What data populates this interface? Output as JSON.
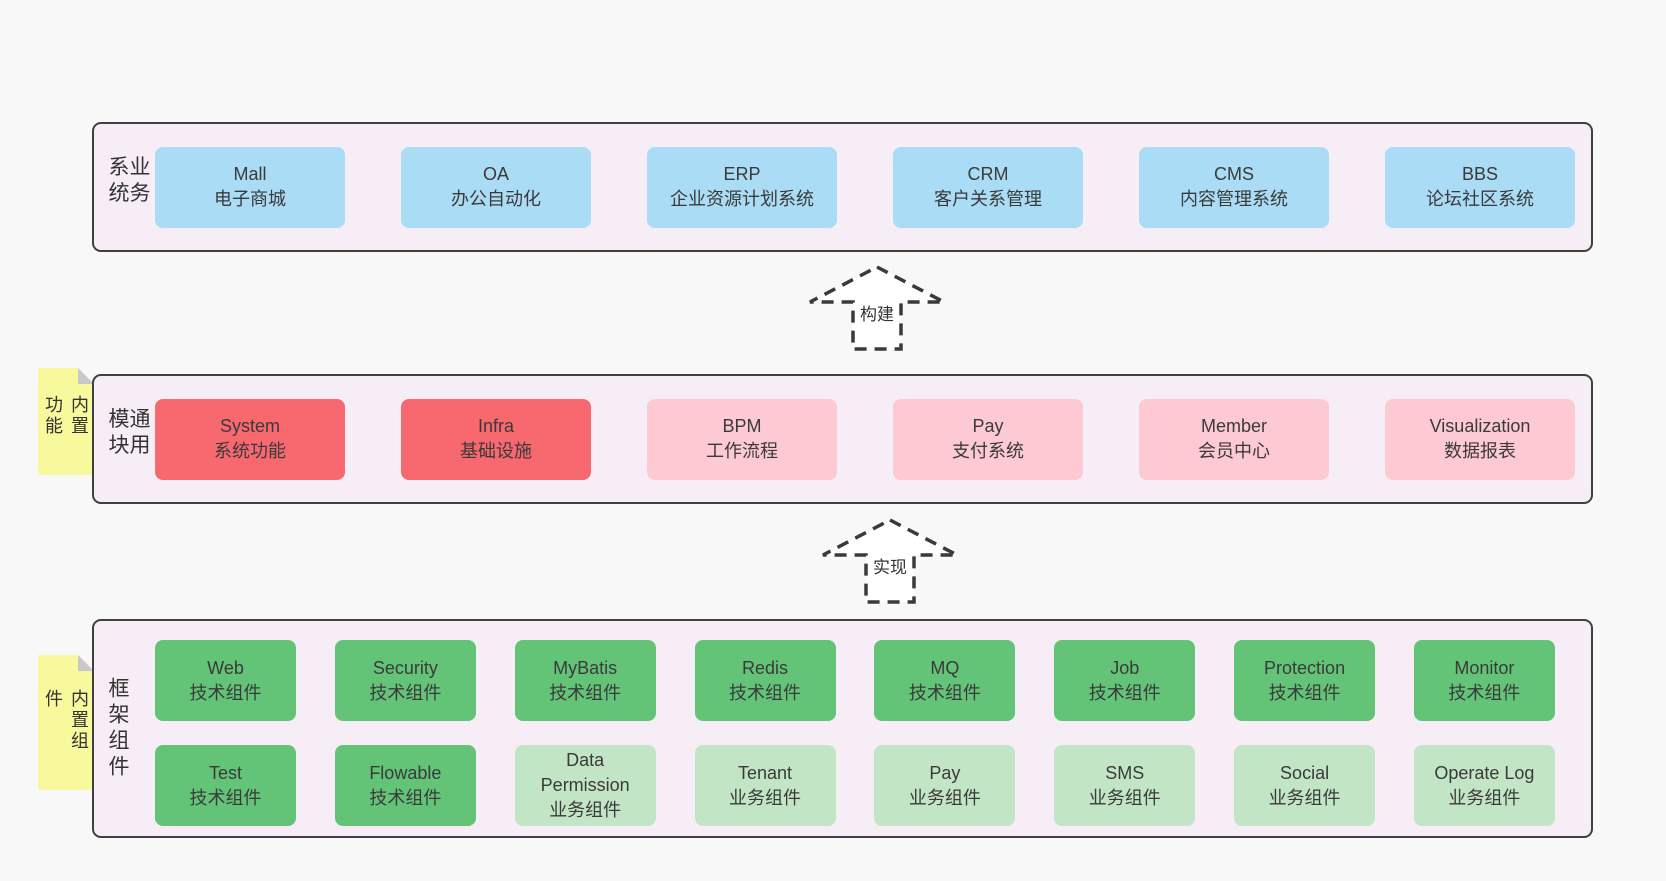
{
  "diagram": {
    "layers": [
      {
        "label": "业务系统",
        "boxes": [
          {
            "title": "Mall",
            "subtitle": "电子商城"
          },
          {
            "title": "OA",
            "subtitle": "办公自动化"
          },
          {
            "title": "ERP",
            "subtitle": "企业资源计划系统"
          },
          {
            "title": "CRM",
            "subtitle": "客户关系管理"
          },
          {
            "title": "CMS",
            "subtitle": "内容管理系统"
          },
          {
            "title": "BBS",
            "subtitle": "论坛社区系统"
          }
        ]
      },
      {
        "label": "通用模块",
        "note": "内置功能",
        "boxes": [
          {
            "title": "System",
            "subtitle": "系统功能"
          },
          {
            "title": "Infra",
            "subtitle": "基础设施"
          },
          {
            "title": "BPM",
            "subtitle": "工作流程"
          },
          {
            "title": "Pay",
            "subtitle": "支付系统"
          },
          {
            "title": "Member",
            "subtitle": "会员中心"
          },
          {
            "title": "Visualization",
            "subtitle": "数据报表"
          }
        ]
      },
      {
        "label": "框架组件",
        "note": "内置组件",
        "rows": [
          [
            {
              "title": "Web",
              "subtitle": "技术组件"
            },
            {
              "title": "Security",
              "subtitle": "技术组件"
            },
            {
              "title": "MyBatis",
              "subtitle": "技术组件"
            },
            {
              "title": "Redis",
              "subtitle": "技术组件"
            },
            {
              "title": "MQ",
              "subtitle": "技术组件"
            },
            {
              "title": "Job",
              "subtitle": "技术组件"
            },
            {
              "title": "Protection",
              "subtitle": "技术组件"
            },
            {
              "title": "Monitor",
              "subtitle": "技术组件"
            }
          ],
          [
            {
              "title": "Test",
              "subtitle": "技术组件"
            },
            {
              "title": "Flowable",
              "subtitle": "技术组件"
            },
            {
              "title": "Data Permission",
              "subtitle": "业务组件"
            },
            {
              "title": "Tenant",
              "subtitle": "业务组件"
            },
            {
              "title": "Pay",
              "subtitle": "业务组件"
            },
            {
              "title": "SMS",
              "subtitle": "业务组件"
            },
            {
              "title": "Social",
              "subtitle": "业务组件"
            },
            {
              "title": "Operate Log",
              "subtitle": "业务组件"
            }
          ]
        ]
      }
    ],
    "arrows": [
      {
        "label": "构建"
      },
      {
        "label": "实现"
      }
    ],
    "colors": {
      "page_bg": "#f8f8f8",
      "band_bg": "#f7edf6",
      "band_border": "#404040",
      "blue_box": "#aadcf5",
      "red_box": "#f7686f",
      "pink_box": "#fdc9d3",
      "green_box": "#63c478",
      "light_green_box": "#c2e5c6",
      "note_yellow": "#f8f89c",
      "note_fold_gray": "#c8c8c8",
      "text": "#3a3a3a"
    }
  }
}
